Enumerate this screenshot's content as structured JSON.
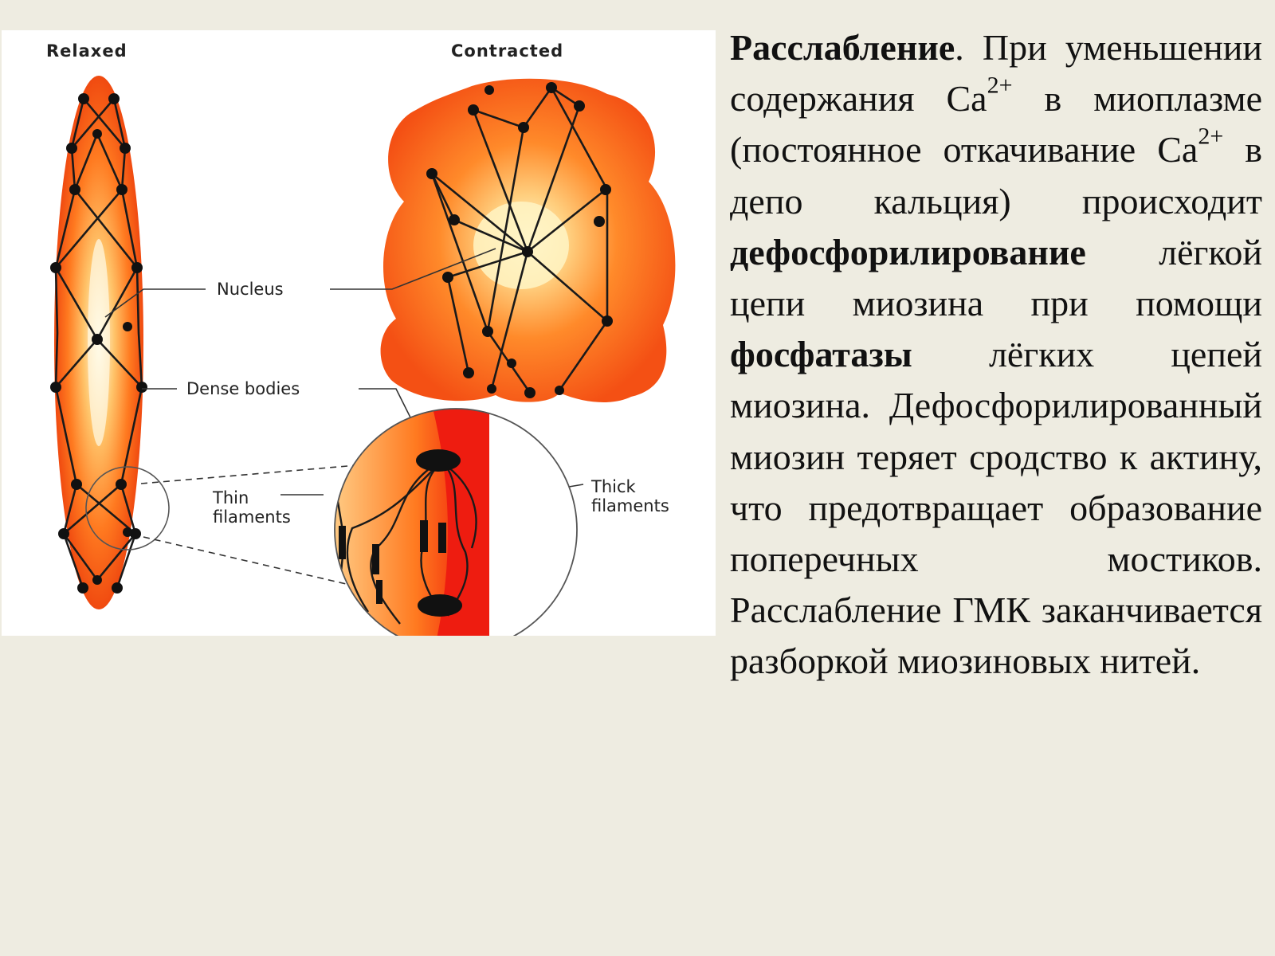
{
  "figure": {
    "label_relaxed": "Relaxed",
    "label_contracted": "Contracted",
    "label_nucleus": "Nucleus",
    "label_dense_bodies": "Dense bodies",
    "label_thin_1": "Thin",
    "label_thin_2": "filaments",
    "label_thick_1": "Thick",
    "label_thick_2": "filaments"
  },
  "text": {
    "title": "Расслабление",
    "title_period": ".",
    "p1": " При уменьшении содержания Ca",
    "sup1": "2+",
    "p2": " в миоплазме (постоянное откачивание Ca",
    "sup2": "2+",
    "p3": " в депо кальция) происходит ",
    "b1": "дефосфорилирование",
    "p4": " лёгкой цепи миозина при помощи ",
    "b2": "фосфатазы",
    "p5": " лёгких цепей миозина.",
    "p6": " Дефосфорилированный",
    "p7": " миозин теряет сродство к актину, что предотвращает образование поперечных мостиков. Расслабление ГМК заканчивается разборкой миозиновых нитей."
  },
  "colors": {
    "background": "#eeece1",
    "cell_orange": "#ff5a1a",
    "cell_core": "#fff6d0",
    "zoom_red": "#ee1c10"
  }
}
